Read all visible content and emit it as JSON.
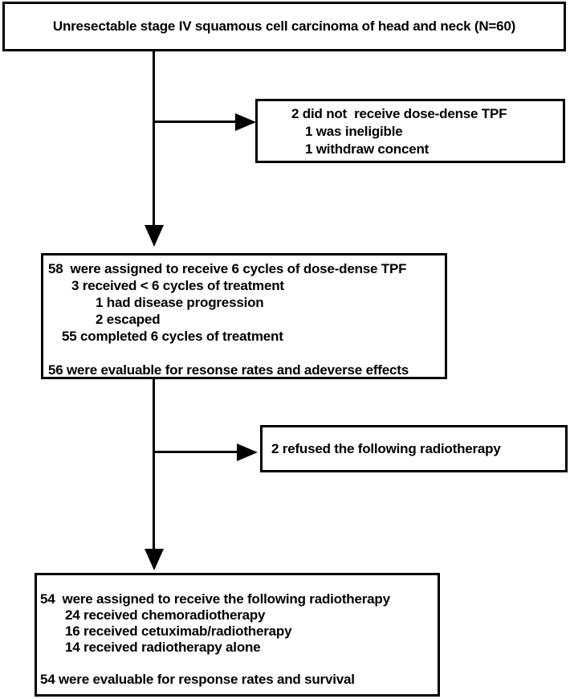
{
  "colors": {
    "ink": "#000000",
    "paper": "#ffffff"
  },
  "diagram": {
    "top_box": {
      "text": "Unresectable stage IV squamous cell carcinoma of head and neck (N=60)"
    },
    "excluded_tpf_box": {
      "lines": [
        {
          "text": "2 did not  receive dose-dense TPF",
          "indent": 0
        },
        {
          "text": "1 was ineligible",
          "indent": 17
        },
        {
          "text": "1 withdraw concent",
          "indent": 17
        }
      ]
    },
    "tpf_treatment_box": {
      "lines": [
        {
          "text": "58  were assigned to receive 6 cycles of dose-dense TPF",
          "indent": 0
        },
        {
          "text": "3 received < 6 cycles of treatment",
          "indent": 29
        },
        {
          "text": "1 had disease progression",
          "indent": 59
        },
        {
          "text": "2 escaped",
          "indent": 59
        },
        {
          "text": "55 completed 6 cycles of treatment",
          "indent": 17
        },
        {
          "text": "",
          "indent": 0
        },
        {
          "text": "56 were evaluable for resonse rates and adeverse effects",
          "indent": 0
        }
      ]
    },
    "refused_radiotherapy_box": {
      "text": "2 refused the following radiotherapy"
    },
    "radiotherapy_box": {
      "lines": [
        {
          "text": "54  were assigned to receive the following radiotherapy",
          "indent": 0
        },
        {
          "text": "24 received chemoradiotherapy",
          "indent": 31
        },
        {
          "text": "16 received cetuximab/radiotherapy",
          "indent": 31
        },
        {
          "text": "14 received radiotherapy alone",
          "indent": 31
        },
        {
          "text": "",
          "indent": 0
        },
        {
          "text": "54 were evaluable for response rates and survival",
          "indent": 0
        }
      ]
    }
  }
}
